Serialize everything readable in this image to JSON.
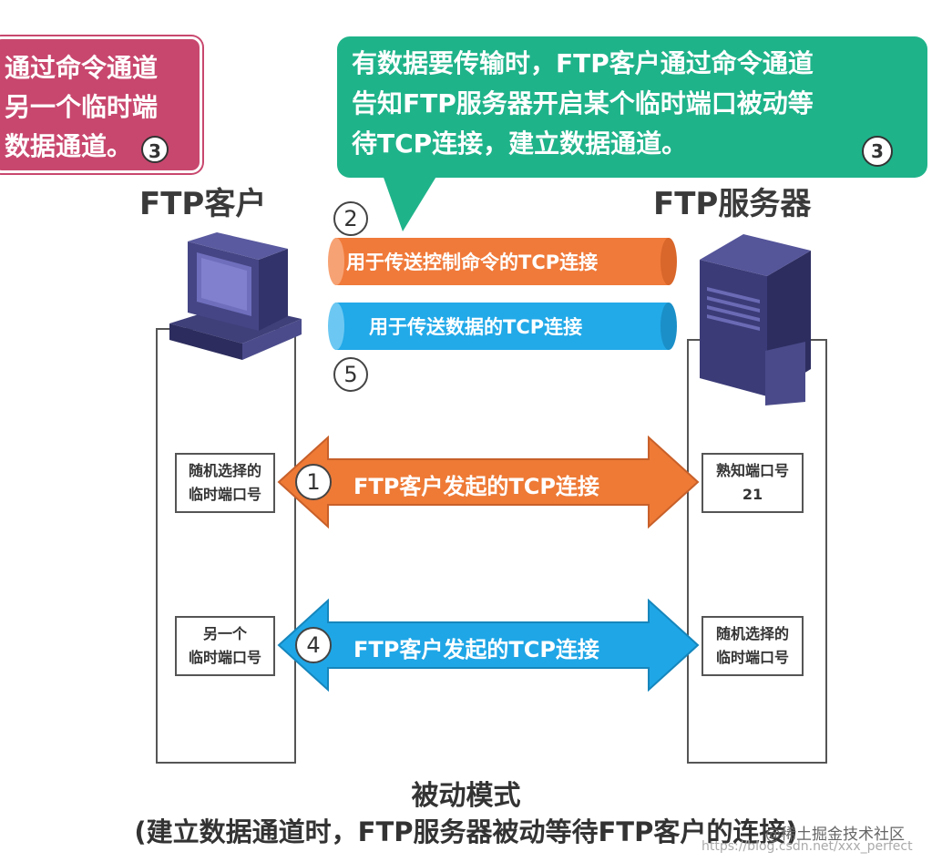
{
  "callout_left": {
    "lines": [
      "通过命令通道",
      "另一个临时端",
      "数据通道。"
    ],
    "step": "3"
  },
  "callout_right": {
    "lines": [
      "有数据要传输时，FTP客户通过命令通道",
      "告知FTP服务器开启某个临时端口被动等",
      "待TCP连接，建立数据通道。"
    ],
    "step": "3"
  },
  "client": {
    "title": "FTP客户",
    "port_top": "随机选择的\n临时端口号",
    "port_bottom": "另一个\n临时端口号"
  },
  "server": {
    "title": "FTP服务器",
    "port_top": "熟知端口号\n21",
    "port_bottom": "随机选择的\n临时端口号"
  },
  "channels": {
    "control": {
      "step": "2",
      "label": "用于传送控制命令的TCP连接"
    },
    "data": {
      "step": "5",
      "label": "用于传送数据的TCP连接"
    }
  },
  "connections": [
    {
      "step": "1",
      "label": "FTP客户发起的TCP连接"
    },
    {
      "step": "4",
      "label": "FTP客户发起的TCP连接"
    }
  ],
  "caption": {
    "title": "被动模式",
    "subtitle": "(建立数据通道时，FTP服务器被动等待FTP客户的连接)"
  },
  "watermark": {
    "brand": "@稀土掘金技术社区",
    "url": "https://blog.csdn.net/xxx_perfect"
  },
  "colors": {
    "callout_left": "#c8476e",
    "callout_right": "#1fb38a",
    "control_channel": "#f07a3a",
    "data_channel": "#22a9e8",
    "connection_1": "#ee7a36",
    "connection_4": "#1fa6e6"
  }
}
